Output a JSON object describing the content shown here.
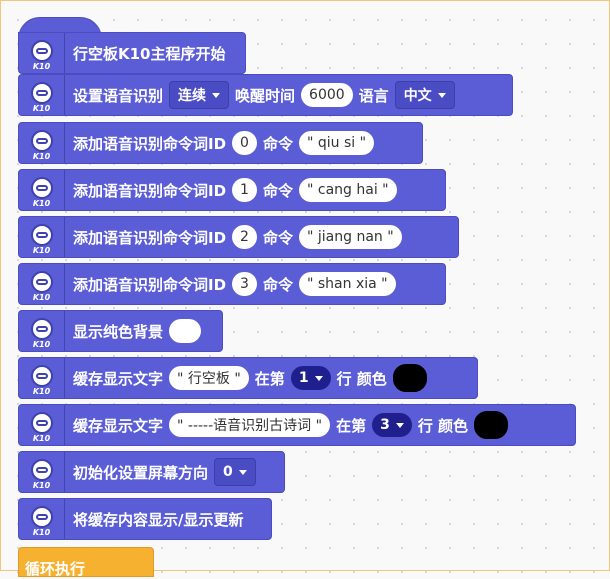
{
  "icon_caption": "K10",
  "blocks": {
    "start": {
      "label": "行空板K10主程序开始"
    },
    "voice_setup": {
      "label": "设置语音识别",
      "mode": "连续",
      "wake_label": "唤醒时间",
      "wake_time": "6000",
      "lang_label": "语言",
      "language": "中文"
    },
    "cmd1": {
      "label": "添加语音识别命令词ID",
      "id": "0",
      "cmd_label": "命令",
      "command": "\" qiu si \""
    },
    "cmd2": {
      "label": "添加语音识别命令词ID",
      "id": "1",
      "cmd_label": "命令",
      "command": "\" cang hai \""
    },
    "cmd3": {
      "label": "添加语音识别命令词ID",
      "id": "2",
      "cmd_label": "命令",
      "command": "\" jiang nan \""
    },
    "cmd4": {
      "label": "添加语音识别命令词ID",
      "id": "3",
      "cmd_label": "命令",
      "command": "\" shan xia \""
    },
    "bg": {
      "label": "显示纯色背景",
      "color": "#ffffff"
    },
    "text1": {
      "label": "缓存显示文字",
      "text": "\" 行空板 \"",
      "at_label": "在第",
      "line": "1",
      "line_label": "行 颜色",
      "color": "#000000"
    },
    "text2": {
      "label": "缓存显示文字",
      "text": "\" -----语音识别古诗词 \"",
      "at_label": "在第",
      "line": "3",
      "line_label": "行 颜色",
      "color": "#000000"
    },
    "orient": {
      "label": "初始化设置屏幕方向",
      "value": "0"
    },
    "refresh": {
      "label": "将缓存内容显示/显示更新"
    },
    "loop": {
      "label": "循环执行"
    }
  }
}
